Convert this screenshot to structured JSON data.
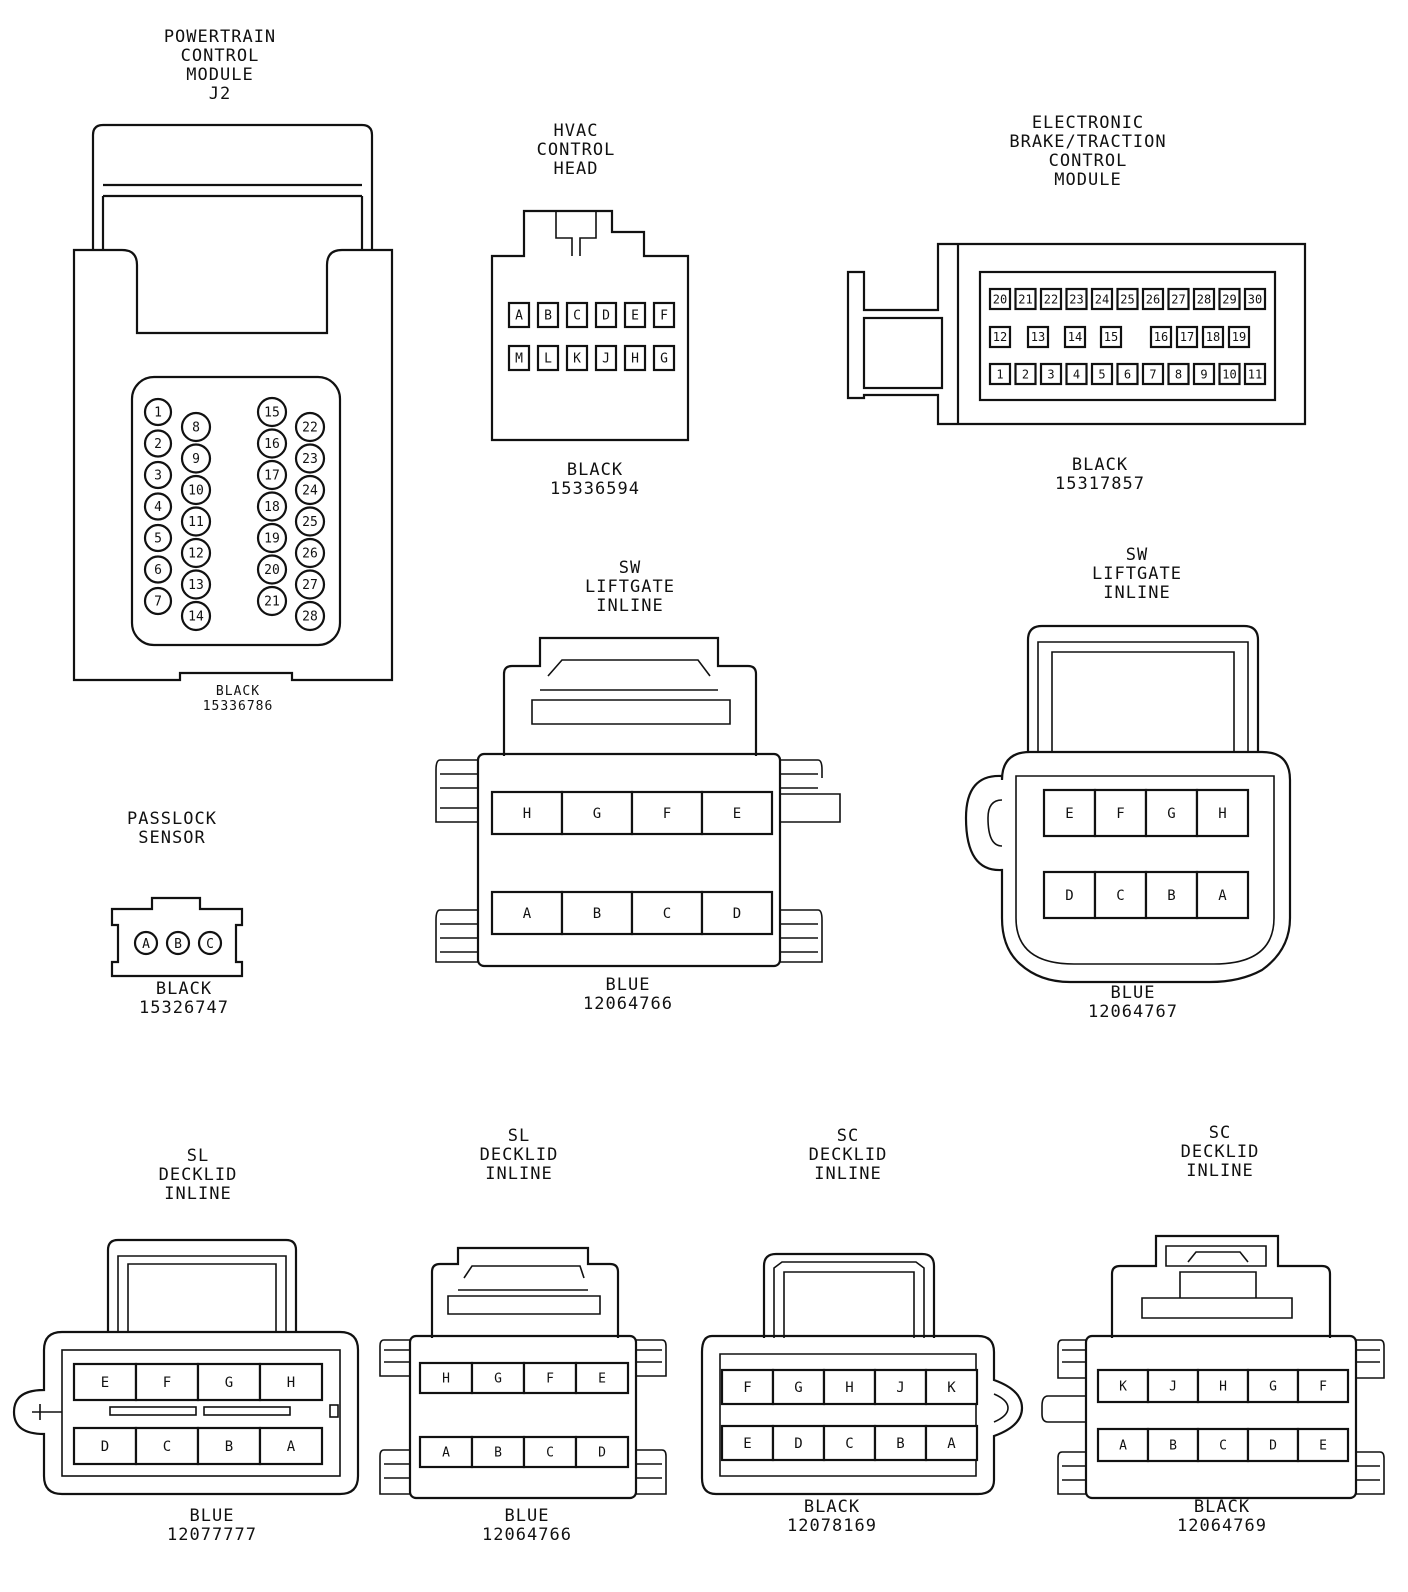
{
  "connectors": {
    "pcm": {
      "title": "POWERTRAIN\nCONTROL\nMODULE\nJ2",
      "color": "BLACK",
      "part": "15336786",
      "pins_col1": [
        "1",
        "2",
        "3",
        "4",
        "5",
        "6",
        "7"
      ],
      "pins_col2": [
        "8",
        "9",
        "10",
        "11",
        "12",
        "13",
        "14"
      ],
      "pins_col3": [
        "15",
        "16",
        "17",
        "18",
        "19",
        "20",
        "21"
      ],
      "pins_col4": [
        "22",
        "23",
        "24",
        "25",
        "26",
        "27",
        "28"
      ]
    },
    "hvac": {
      "title": "HVAC\nCONTROL\nHEAD",
      "color": "BLACK",
      "part": "15336594",
      "pins_top": [
        "A",
        "B",
        "C",
        "D",
        "E",
        "F"
      ],
      "pins_bottom": [
        "M",
        "L",
        "K",
        "J",
        "H",
        "G"
      ]
    },
    "ebtcm": {
      "title": "ELECTRONIC\nBRAKE/TRACTION\nCONTROL\nMODULE",
      "color": "BLACK",
      "part": "15317857",
      "pins_row1": [
        "20",
        "21",
        "22",
        "23",
        "24",
        "25",
        "26",
        "27",
        "28",
        "29",
        "30"
      ],
      "pins_row2": [
        "12",
        "13",
        "14",
        "15",
        "16",
        "17",
        "18",
        "19"
      ],
      "pins_row3": [
        "1",
        "2",
        "3",
        "4",
        "5",
        "6",
        "7",
        "8",
        "9",
        "10",
        "11"
      ]
    },
    "passlock": {
      "title": "PASSLOCK\nSENSOR",
      "color": "BLACK",
      "part": "15326747",
      "pins": [
        "A",
        "B",
        "C"
      ]
    },
    "sw_liftgate_1": {
      "title": "SW\nLIFTGATE\nINLINE",
      "color": "BLUE",
      "part": "12064766",
      "pins_top": [
        "H",
        "G",
        "F",
        "E"
      ],
      "pins_bottom": [
        "A",
        "B",
        "C",
        "D"
      ]
    },
    "sw_liftgate_2": {
      "title": "SW\nLIFTGATE\nINLINE",
      "color": "BLUE",
      "part": "12064767",
      "pins_top": [
        "E",
        "F",
        "G",
        "H"
      ],
      "pins_bottom": [
        "D",
        "C",
        "B",
        "A"
      ]
    },
    "sl_decklid_1": {
      "title": "SL\nDECKLID\nINLINE",
      "color": "BLUE",
      "part": "12077777",
      "pins_top": [
        "E",
        "F",
        "G",
        "H"
      ],
      "pins_bottom": [
        "D",
        "C",
        "B",
        "A"
      ]
    },
    "sl_decklid_2": {
      "title": "SL\nDECKLID\nINLINE",
      "color": "BLUE",
      "part": "12064766",
      "pins_top": [
        "H",
        "G",
        "F",
        "E"
      ],
      "pins_bottom": [
        "A",
        "B",
        "C",
        "D"
      ]
    },
    "sc_decklid_1": {
      "title": "SC\nDECKLID\nINLINE",
      "color": "BLACK",
      "part": "12078169",
      "pins_top": [
        "F",
        "G",
        "H",
        "J",
        "K"
      ],
      "pins_bottom": [
        "E",
        "D",
        "C",
        "B",
        "A"
      ]
    },
    "sc_decklid_2": {
      "title": "SC\nDECKLID\nINLINE",
      "color": "BLACK",
      "part": "12064769",
      "pins_top": [
        "K",
        "J",
        "H",
        "G",
        "F"
      ],
      "pins_bottom": [
        "A",
        "B",
        "C",
        "D",
        "E"
      ]
    }
  }
}
